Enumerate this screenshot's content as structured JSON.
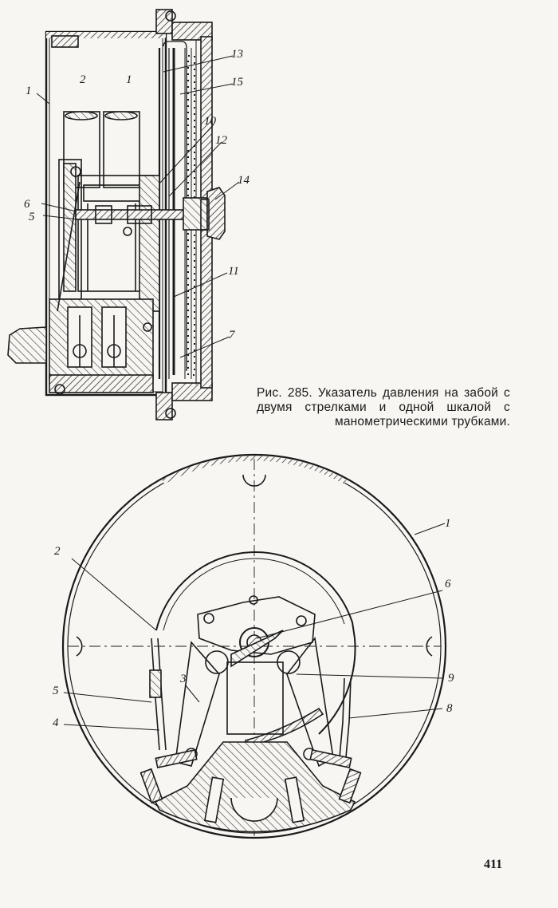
{
  "caption": "Рис. 285. Указатель давления на забой с двумя стрелками и одной шкалой с манометрическими трубками.",
  "page_number": "411",
  "side_view_labels": [
    "1",
    "2",
    "1",
    "13",
    "15",
    "10",
    "12",
    "14",
    "6",
    "5",
    "11",
    "7"
  ],
  "front_view_labels": [
    "1",
    "2",
    "6",
    "3",
    "9",
    "5",
    "4",
    "8"
  ]
}
